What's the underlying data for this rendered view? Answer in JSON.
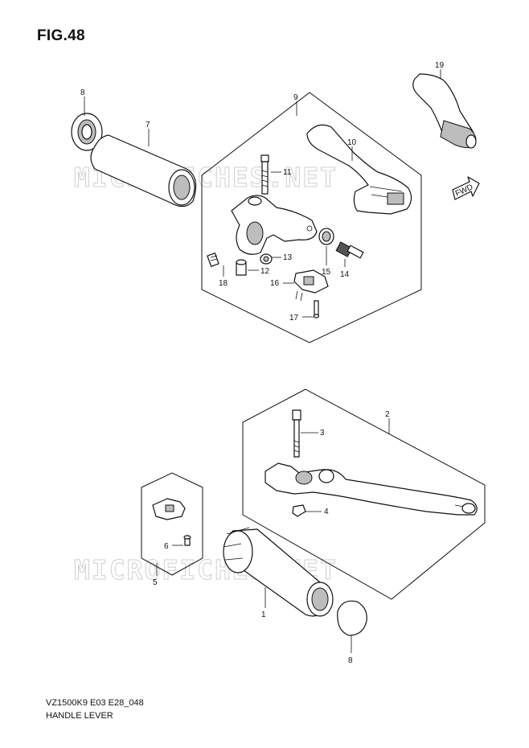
{
  "figure": {
    "title": "FIG.48",
    "footer_code": "VZ1500K9 E03 E28_048",
    "footer_name": "HANDLE LEVER",
    "watermark": "MICROFICHES.NET",
    "fwd_label": "FWD"
  },
  "callouts": [
    "1",
    "2",
    "3",
    "4",
    "5",
    "6",
    "7",
    "8",
    "9",
    "10",
    "11",
    "12",
    "13",
    "14",
    "15",
    "16",
    "17",
    "18",
    "19",
    "8"
  ]
}
